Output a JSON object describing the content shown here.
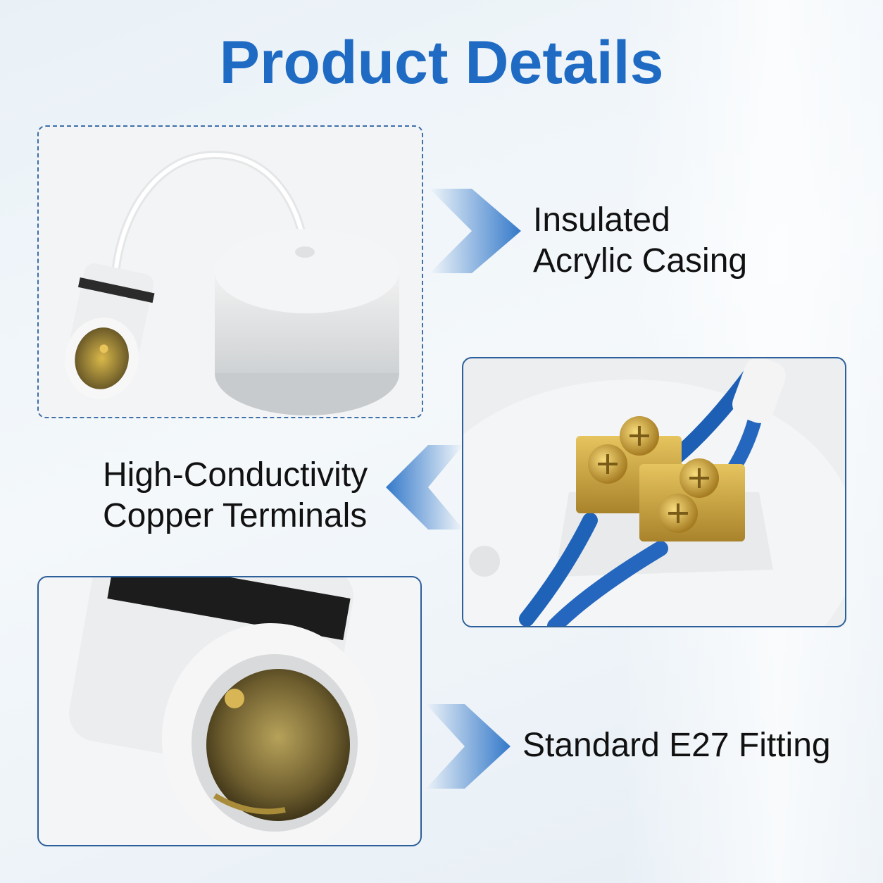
{
  "title": "Product Details",
  "features": [
    {
      "lines": [
        "Insulated",
        "Acrylic Casing"
      ]
    },
    {
      "lines": [
        "High-Conductivity",
        "Copper Terminals"
      ]
    },
    {
      "lines": [
        "Standard E27 Fitting"
      ]
    }
  ],
  "colors": {
    "accent": "#1f6bc4",
    "border": "#2d5f9a",
    "text": "#111111"
  },
  "icons": [
    "arrow-right-icon",
    "arrow-left-icon",
    "arrow-right-icon"
  ]
}
